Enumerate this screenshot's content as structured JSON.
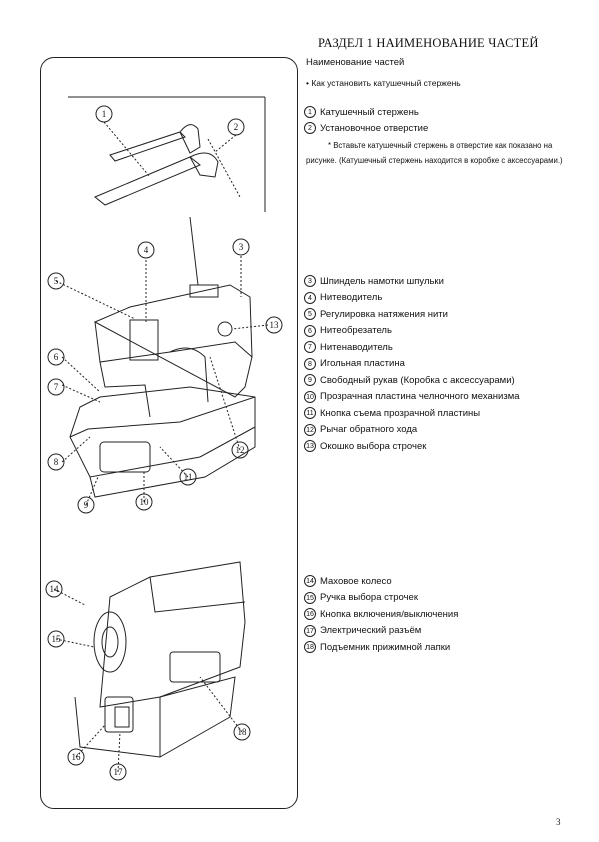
{
  "title": "РАЗДЕЛ 1 НАИМЕНОВАНИЕ ЧАСТЕЙ",
  "subtitle": "Наименование частей",
  "howto": "• Как установить катушечный стержень",
  "group1": [
    {
      "num": "1",
      "label": "Катушечный стержень"
    },
    {
      "num": "2",
      "label": "Установочное отверстие"
    }
  ],
  "note": "* Вставьте катушечный стержень в отверстие как показано на рисунке. (Катушечный стержень находится в коробке с аксессуарами.)",
  "group2": [
    {
      "num": "3",
      "label": "Шпиндель намотки шпульки"
    },
    {
      "num": "4",
      "label": "Нитеводитель"
    },
    {
      "num": "5",
      "label": "Регулировка натяжения нити"
    },
    {
      "num": "6",
      "label": "Нитеобрезатель"
    },
    {
      "num": "7",
      "label": "Нитенаводитель"
    },
    {
      "num": "8",
      "label": "Игольная пластина"
    },
    {
      "num": "9",
      "label": "Свободный рукав (Коробка с аксессуарами)"
    },
    {
      "num": "10",
      "label": "Прозрачная пластина челночного механизма"
    },
    {
      "num": "11",
      "label": "Кнопка съема прозрачной пластины"
    },
    {
      "num": "12",
      "label": "Рычаг обратного хода"
    },
    {
      "num": "13",
      "label": "Окошко выбора строчек"
    }
  ],
  "group3": [
    {
      "num": "14",
      "label": "Маховое колесо"
    },
    {
      "num": "15",
      "label": "Ручка выбора строчек"
    },
    {
      "num": "16",
      "label": "Кнопка включения/выключения"
    },
    {
      "num": "17",
      "label": "Электрический разъём"
    },
    {
      "num": "18",
      "label": "Подъемник прижимной лапки"
    }
  ],
  "callouts": [
    "1",
    "2",
    "3",
    "4",
    "5",
    "6",
    "7",
    "8",
    "9",
    "10",
    "11",
    "12",
    "13",
    "14",
    "15",
    "16",
    "17",
    "18"
  ],
  "page_number": "3"
}
